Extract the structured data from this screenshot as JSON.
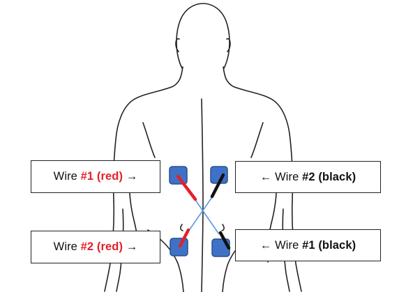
{
  "colors": {
    "pad_fill": "#3f72c6",
    "pad_stroke": "#2a4f8e",
    "wire_red": "#e4202a",
    "wire_black": "#111111",
    "crossing_wire": "#5a9be0",
    "outline": "#222222"
  },
  "labels": {
    "top_left": {
      "prefix": "Wire ",
      "highlight": "#1 (red)",
      "arrow": " →"
    },
    "bottom_left": {
      "prefix": "Wire ",
      "highlight": "#2 (red)",
      "arrow": " →"
    },
    "top_right": {
      "arrow": "← ",
      "prefix": "Wire ",
      "emphasis": "#2",
      "suffix": " (black)"
    },
    "bottom_right": {
      "arrow": "← ",
      "prefix": "Wire ",
      "emphasis": "#1",
      "suffix": " (black)"
    }
  },
  "footer": {
    "text": ""
  }
}
